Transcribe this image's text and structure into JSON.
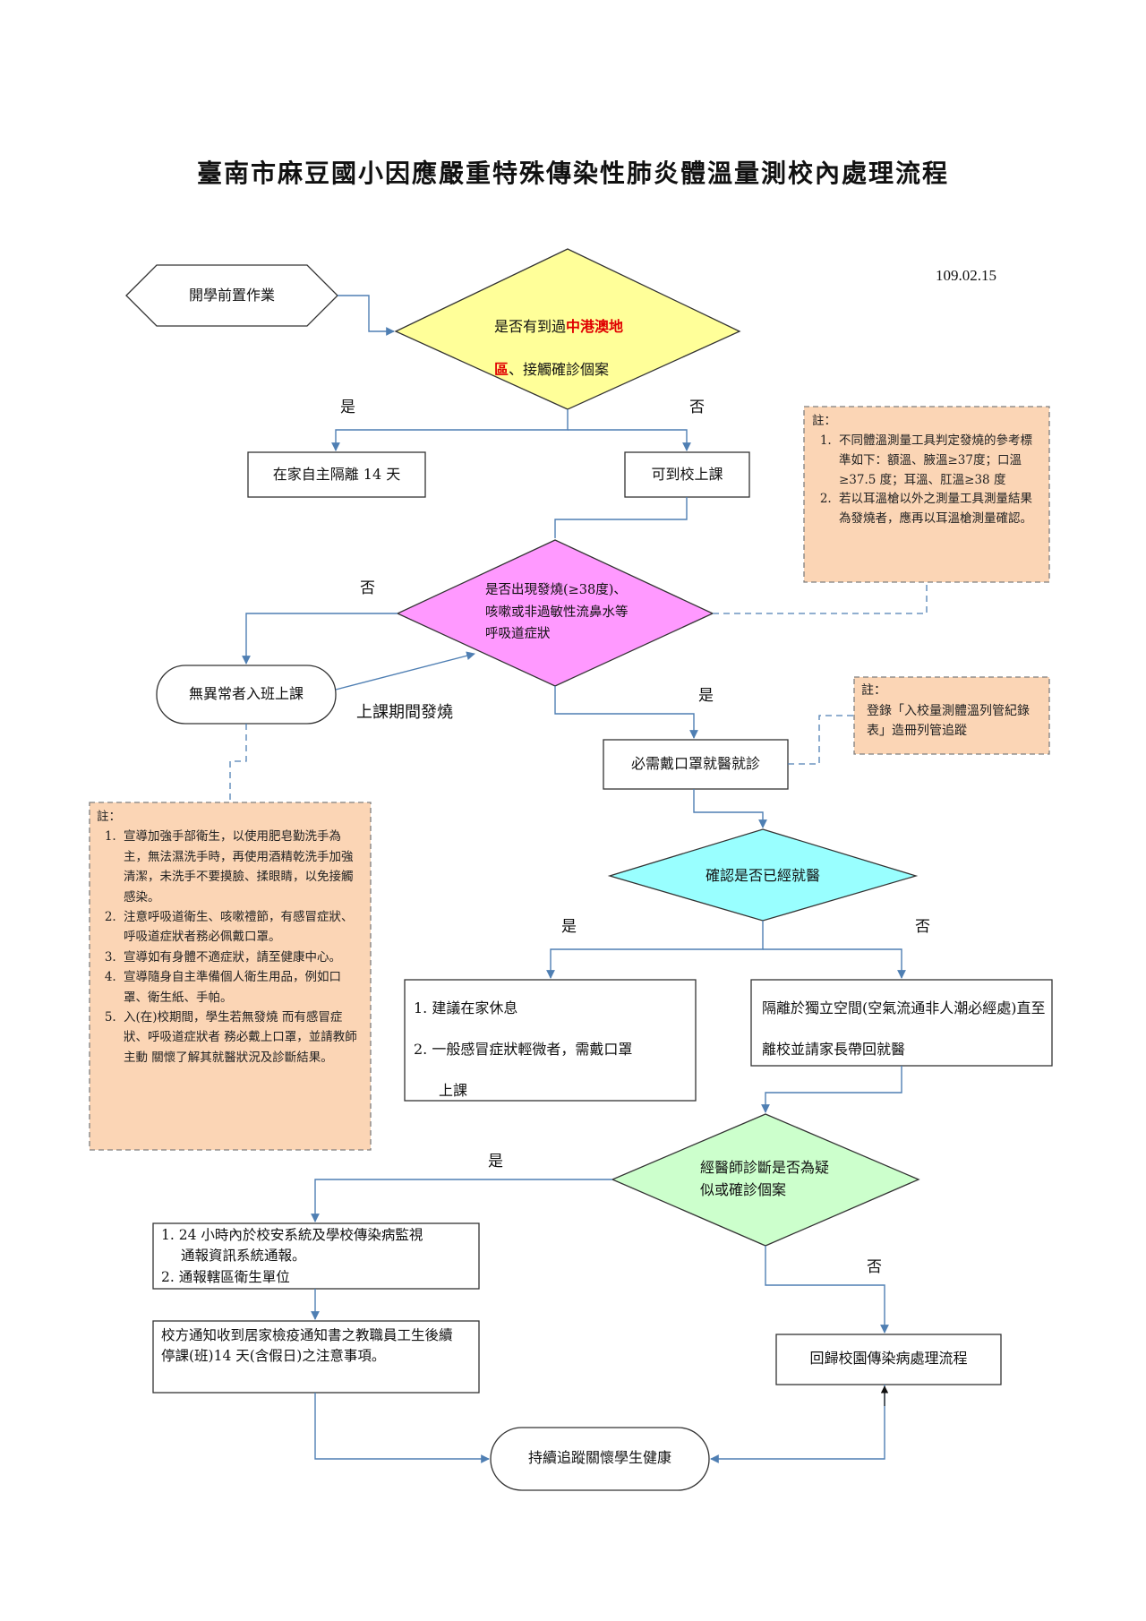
{
  "title": "臺南市麻豆國小因應嚴重特殊傳染性肺炎體溫量測校內處理流程",
  "date": "109.02.15",
  "nodes": {
    "start": "開學前置作業",
    "q_travel_pre": "是否有到過",
    "q_travel_red": "中港澳地",
    "q_travel_red2": "區",
    "q_travel_post": "、接觸確診個案",
    "self_isolation": "在家自主隔離 14 天",
    "go_to_school": "可到校上課",
    "q_symptoms": "是否出現發燒(≥38度)、咳嗽或非過敏性流鼻水等呼吸道症狀",
    "normal_class": "無異常者入班上課",
    "fever_in_class": "上課期間發燒",
    "mask_doctor": "必需戴口罩就醫就診",
    "q_seen_doctor": "確認是否已經就醫",
    "rest_at_home": [
      "1. 建議在家休息",
      "2. 一般感冒症狀輕微者，需戴口罩",
      "上課"
    ],
    "isolate_room": "隔離於獨立空間(空氣流通非人潮必經處)直至離校並請家長帶回就醫",
    "q_diagnosis": "經醫師診斷是否為疑似或確診個案",
    "report": [
      "1. 24 小時內於校安系統及學校傳染病監視",
      "通報資訊系統通報。",
      "2. 通報轄區衛生單位"
    ],
    "notify": "校方通知收到居家檢疫通知書之教職員工生後續停課(班)14 天(含假日)之注意事項。",
    "return_flow": "回歸校園傳染病處理流程",
    "follow_up": "持續追蹤關懷學生健康"
  },
  "edge_labels": {
    "yes1": "是",
    "no1": "否",
    "no2": "否",
    "yes2": "是",
    "yes3": "是",
    "no3": "否",
    "yes4": "是",
    "no4": "否"
  },
  "notes": {
    "temp": {
      "head": "註：",
      "items": [
        "不同體溫測量工具判定發燒的參考標準如下：額溫、腋溫≥37度；口溫≥37.5 度；耳溫、肛溫≥38 度",
        "若以耳溫槍以外之測量工具測量結果為發燒者，應再以耳溫槍測量確認。"
      ]
    },
    "record": {
      "head": "註：",
      "text": "登錄「入校量測體溫列管紀錄表」造冊列管追蹤"
    },
    "hygiene": {
      "head": "註：",
      "items": [
        "宣導加強手部衛生，以使用肥皂勤洗手為主，無法濕洗手時，再使用酒精乾洗手加強清潔，未洗手不要摸臉、揉眼睛，以免接觸感染。",
        "注意呼吸道衛生、咳嗽禮節，有感冒症狀、呼吸道症狀者務必佩戴口罩。",
        "宣導如有身體不適症狀，請至健康中心。",
        "宣導隨身自主準備個人衛生用品，例如口罩、衛生紙、手帕。",
        "入(在)校期間，學生若無發燒 而有感冒症狀、呼吸道症狀者 務必戴上口罩，並請教師主動 關懷了解其就醫狀況及診斷結果。"
      ]
    }
  },
  "colors": {
    "line": "#4f7fb3",
    "yellow": "#ffff99",
    "pink": "#ff99ff",
    "cyan": "#99ffff",
    "green": "#ccffcc",
    "note_fill": "#fbd5b5",
    "note_border": "#7f7f7f"
  }
}
